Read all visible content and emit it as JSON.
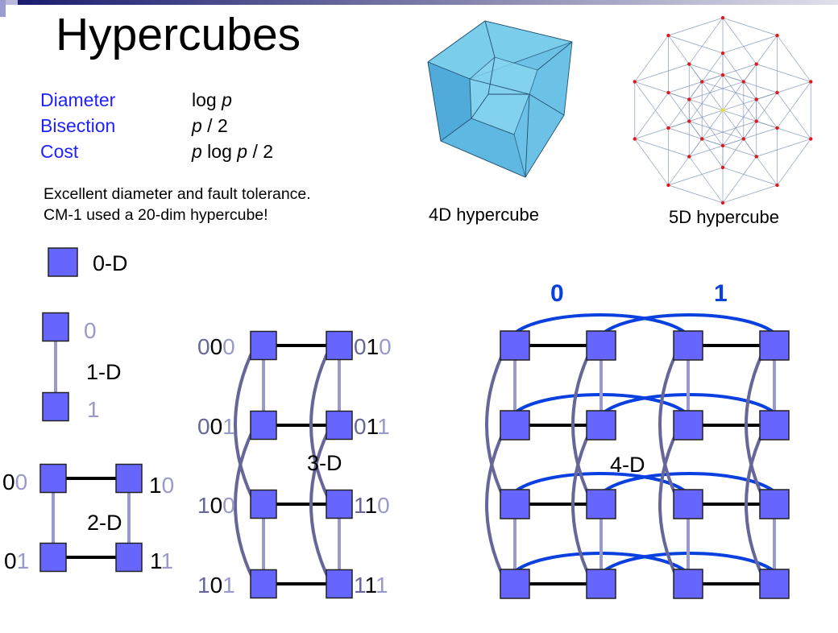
{
  "title": "Hypercubes",
  "properties": [
    {
      "name": "Diameter",
      "value_parts": [
        [
          "log ",
          false
        ],
        [
          "p",
          true
        ]
      ]
    },
    {
      "name": "Bisection",
      "value_parts": [
        [
          "p",
          true
        ],
        [
          " / 2",
          false
        ]
      ]
    },
    {
      "name": "Cost",
      "value_parts": [
        [
          "p",
          true
        ],
        [
          " log ",
          false
        ],
        [
          "p",
          true
        ],
        [
          " / 2",
          false
        ]
      ]
    }
  ],
  "notes": [
    "Excellent diameter and fault tolerance.",
    "CM-1 used a 20-dim hypercube!"
  ],
  "images": {
    "cube4d_caption": "4D hypercube",
    "cube5d_caption": "5D hypercube"
  },
  "diagrams": {
    "d0": "0-D",
    "d1": "1-D",
    "d2": "2-D",
    "d3": "3-D",
    "d4": "4-D",
    "d1_labels": [
      "0",
      "1"
    ],
    "d2_labels": [
      "00",
      "10",
      "01",
      "11"
    ],
    "d3_labels": [
      "000",
      "010",
      "001",
      "011",
      "100",
      "110",
      "101",
      "111"
    ],
    "d4_halves": [
      "0",
      "1"
    ]
  },
  "colors": {
    "node": "#6666ff",
    "light_edge": "#9999cc",
    "slate_edge": "#666699",
    "blue_edge": "#0a3fe0",
    "prop_label": "#2222ff"
  }
}
